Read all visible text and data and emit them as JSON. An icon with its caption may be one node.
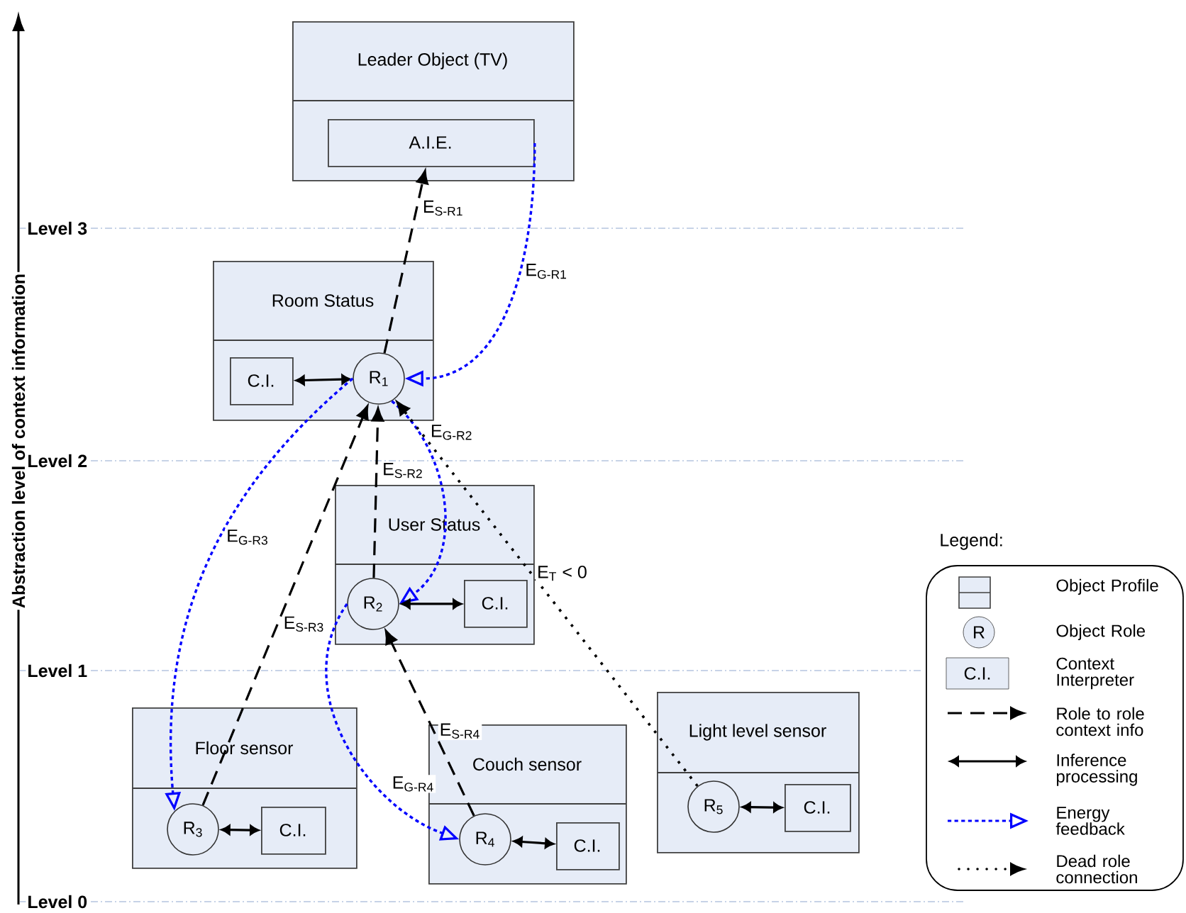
{
  "diagram": {
    "nodes": [
      {
        "text": [
          "Leader Object (TV)"
        ]
      },
      {
        "text": [
          "A.I.E."
        ],
        "in": 0
      },
      {
        "text": [
          "Room Status"
        ]
      },
      {
        "text": [
          "C.I."
        ],
        "in": 2
      },
      {
        "text": [
          "R$_{1}$"
        ],
        "in": 2
      },
      {
        "text": [
          "User Status"
        ]
      },
      {
        "text": [
          "R$_{2}$"
        ],
        "in": 5
      },
      {
        "text": [
          "C.I."
        ],
        "in": 5
      },
      {
        "text": [
          "Floor sensor"
        ]
      },
      {
        "text": [
          "R$_{3}$"
        ],
        "in": 8
      },
      {
        "text": [
          "C.I."
        ],
        "in": 8
      },
      {
        "text": [
          "Couch sensor"
        ]
      },
      {
        "text": [
          "R$_{4}$"
        ],
        "in": 11
      },
      {
        "text": [
          "C.I."
        ],
        "in": 11
      },
      {
        "text": [
          "Light level sensor"
        ]
      },
      {
        "text": [
          "R$_{5}$"
        ],
        "in": 14
      },
      {
        "text": [
          "C.I."
        ],
        "in": 14
      }
    ],
    "edges": [
      {
        "from": 4,
        "to": 1,
        "arrow": "to",
        "style": "dashed",
        "label": "E$_{S-R1}$"
      },
      {
        "from": 1,
        "to": 4,
        "arrow": "to",
        "style": "dashed",
        "color": "#0000ff",
        "label": "E$_{G-R1}$"
      },
      {
        "from": 3,
        "to": 4,
        "arrow": "both"
      },
      {
        "from": 6,
        "to": 4,
        "arrow": "to",
        "style": "dashed",
        "label": "E$_{S-R2}$"
      },
      {
        "from": 4,
        "to": 6,
        "arrow": "to",
        "style": "dashed",
        "color": "#0000ff",
        "label": "E$_{G-R2}$"
      },
      {
        "from": 9,
        "to": 4,
        "arrow": "to",
        "style": "dashed",
        "label": "E$_{S-R3}$"
      },
      {
        "from": 4,
        "to": 9,
        "arrow": "to",
        "style": "dashed",
        "color": "#0000ff",
        "label": "E$_{G-R3}$"
      },
      {
        "from": 6,
        "to": 7,
        "arrow": "both"
      },
      {
        "from": 12,
        "to": 6,
        "arrow": "to",
        "style": "dashed",
        "label": "E$_{S-R4}$"
      },
      {
        "from": 6,
        "to": 12,
        "arrow": "to",
        "style": "dashed",
        "color": "#0000ff",
        "label": "E$_{G-R4}$"
      },
      {
        "from": 9,
        "to": 10,
        "arrow": "both"
      },
      {
        "from": 12,
        "to": 13,
        "arrow": "both"
      },
      {
        "from": 15,
        "to": 4,
        "arrow": "to",
        "style": "dashed",
        "label": "E$_{T}$ < 0"
      },
      {
        "from": 15,
        "to": 16,
        "arrow": "both"
      }
    ],
    "labels": [
      "Level 3",
      "Level 2",
      "Level 1",
      "Level 0",
      "Abstraction level of context information",
      "Legend:",
      "R",
      "C.I."
    ],
    "legend": [
      {
        "text": "Object Profile"
      },
      {
        "text": "Object Role"
      },
      {
        "text": "Context Interpreter"
      },
      {
        "text": "Role to role context info"
      },
      {
        "text": "Inference processing"
      },
      {
        "text": "Energy feedback"
      },
      {
        "text": "Dead role connection"
      }
    ]
  }
}
